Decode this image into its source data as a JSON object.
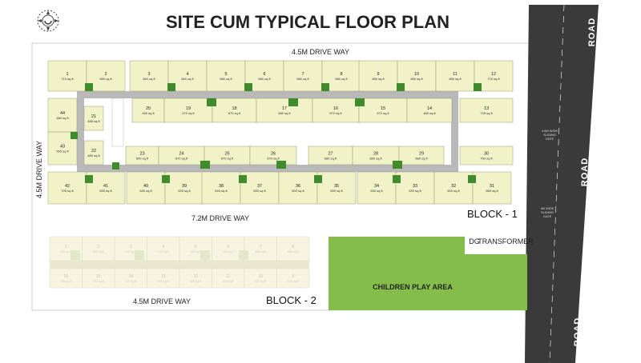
{
  "title": "SITE CUM TYPICAL FLOOR PLAN",
  "roads": {
    "top_drive": "4.5M DRIVE WAY",
    "left_drive": "4.5M DRIVE WAY",
    "middle_drive": "7.2M DRIVE WAY",
    "bottom_drive": "4.5M DRIVE WAY",
    "main_road_top": "ROAD",
    "main_road_middle": "ROAD",
    "main_road_bottom": "ROAD",
    "gate_1": [
      "4.8M WIDE",
      "SLIDING",
      "GATE"
    ],
    "gate_2": [
      "4M WIDE",
      "SLIDING",
      "GATE"
    ]
  },
  "labels": {
    "block1": "BLOCK - 1",
    "block2": "BLOCK - 2",
    "play_area": "CHILDREN PLAY AREA",
    "dg": "DG",
    "transformer": "TRANSFORMER"
  },
  "colors": {
    "unit_fill": "#f0f2c8",
    "unit_stroke": "#9a9a7a",
    "green_accent": "#3f8b2e",
    "corridor": "#b9b9b9",
    "play_area": "#84bd4a",
    "road": "#3a3a3a",
    "ghost_fill": "#f4f4dc"
  },
  "block1": {
    "top_row": [
      {
        "num": "1",
        "area": "710 sq.ft"
      },
      {
        "num": "2",
        "area": "680 sq.ft"
      },
      {
        "num": "3",
        "area": "660 sq.ft"
      },
      {
        "num": "4",
        "area": "660 sq.ft"
      },
      {
        "num": "5",
        "area": "680 sq.ft"
      },
      {
        "num": "6",
        "area": "680 sq.ft"
      },
      {
        "num": "7",
        "area": "680 sq.ft"
      },
      {
        "num": "8",
        "area": "680 sq.ft"
      },
      {
        "num": "9",
        "area": "680 sq.ft"
      },
      {
        "num": "10",
        "area": "680 sq.ft"
      },
      {
        "num": "11",
        "area": "680 sq.ft"
      },
      {
        "num": "12",
        "area": "715 sq.ft"
      }
    ],
    "row2": [
      {
        "num": "20",
        "area": "450 sq.ft"
      },
      {
        "num": "19",
        "area": "670 sq.ft"
      },
      {
        "num": "18",
        "area": "670 sq.ft"
      },
      {
        "num": "17",
        "area": "680 sq.ft"
      },
      {
        "num": "16",
        "area": "570 sq.ft"
      },
      {
        "num": "15",
        "area": "670 sq.ft"
      },
      {
        "num": "14",
        "area": "485 sq.ft"
      },
      {
        "num": "13",
        "area": "745 sq.ft"
      }
    ],
    "left_units": [
      {
        "num": "44",
        "area": "680 sq.ft"
      },
      {
        "num": "43",
        "area": "505 sq.ft"
      },
      {
        "num": "21",
        "area": "488 sq.ft"
      },
      {
        "num": "22",
        "area": "480 sq.ft"
      }
    ],
    "row3": [
      {
        "num": "23",
        "area": "500 sq.ft"
      },
      {
        "num": "24",
        "area": "670 sq.ft"
      },
      {
        "num": "25",
        "area": "670 sq.ft"
      },
      {
        "num": "26",
        "area": "670 sq.ft"
      },
      {
        "num": "27",
        "area": "680 sq.ft"
      },
      {
        "num": "28",
        "area": "680 sq.ft"
      },
      {
        "num": "29",
        "area": "680 sq.ft"
      },
      {
        "num": "30",
        "area": "750 sq.ft"
      }
    ],
    "bottom_row": [
      {
        "num": "42",
        "area": "705 sq.ft"
      },
      {
        "num": "41",
        "area": "630 sq.ft"
      },
      {
        "num": "40",
        "area": "630 sq.ft"
      },
      {
        "num": "39",
        "area": "633 sq.ft"
      },
      {
        "num": "38",
        "area": "640 sq.ft"
      },
      {
        "num": "37",
        "area": "630 sq.ft"
      },
      {
        "num": "36",
        "area": "602 sq.ft"
      },
      {
        "num": "35",
        "area": "630 sq.ft"
      },
      {
        "num": "34",
        "area": "630 sq.ft"
      },
      {
        "num": "33",
        "area": "630 sq.ft"
      },
      {
        "num": "32",
        "area": "600 sq.ft"
      },
      {
        "num": "31",
        "area": "665 sq.ft"
      }
    ]
  },
  "block2": {
    "top_row": [
      {
        "num": "1",
        "area": "605 sq.ft"
      },
      {
        "num": "2",
        "area": "605 sq.ft"
      },
      {
        "num": "3",
        "area": "570 sq.ft"
      },
      {
        "num": "4",
        "area": "602 sq.ft"
      },
      {
        "num": "5",
        "area": "605 sq.ft"
      },
      {
        "num": "6",
        "area": "605 sq.ft"
      },
      {
        "num": "7",
        "area": "605 sq.ft"
      },
      {
        "num": "8",
        "area": "600 sq.ft"
      }
    ],
    "bottom_row": [
      {
        "num": "16",
        "area": "605 sq.ft"
      },
      {
        "num": "15",
        "area": "600 sq.ft"
      },
      {
        "num": "14",
        "area": "570 sq.ft"
      },
      {
        "num": "13",
        "area": "605 sq.ft"
      },
      {
        "num": "12",
        "area": "605 sq.ft"
      },
      {
        "num": "11",
        "area": "605 sq.ft"
      },
      {
        "num": "10",
        "area": "602 sq.ft"
      },
      {
        "num": "9",
        "area": "600 sq.ft"
      }
    ]
  }
}
